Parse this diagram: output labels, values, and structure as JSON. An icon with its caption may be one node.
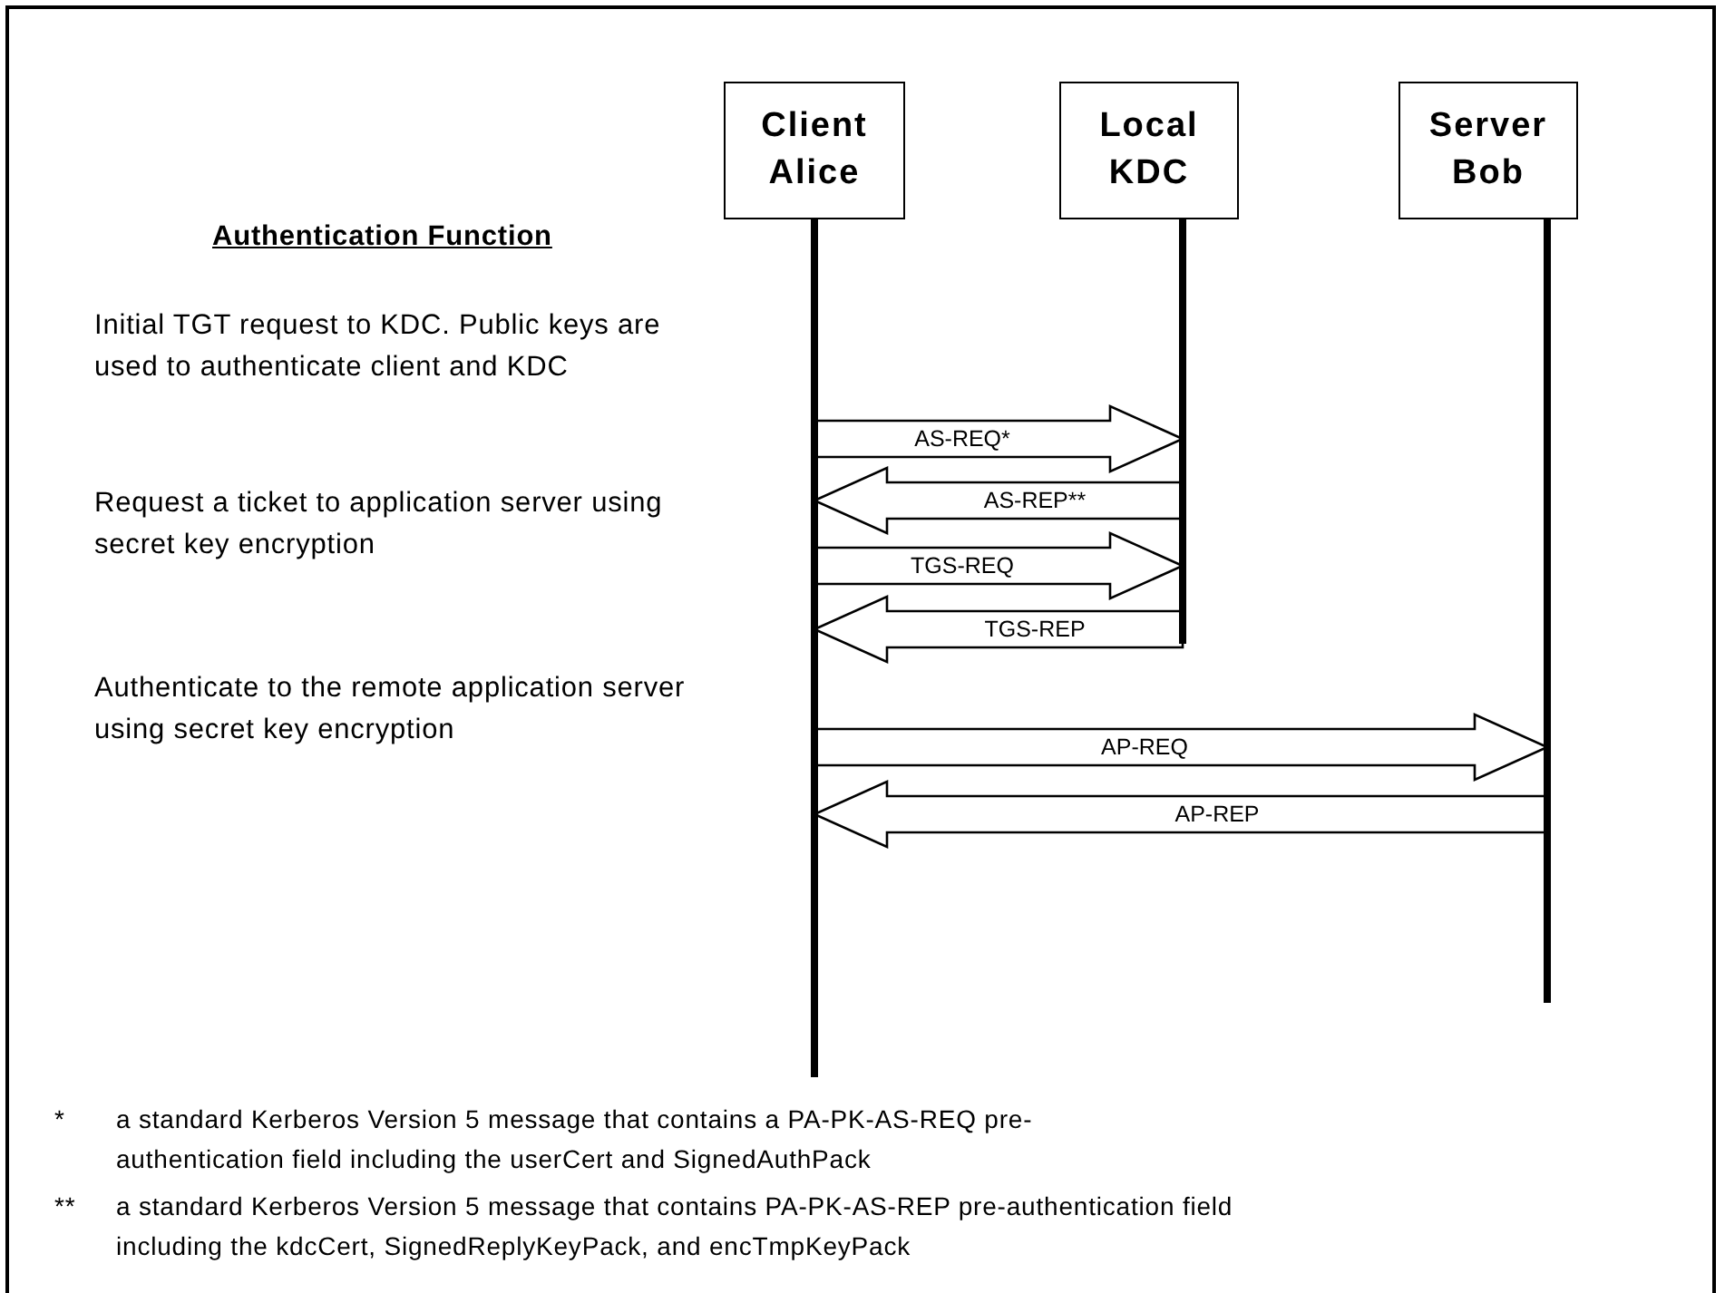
{
  "diagram": {
    "nodes": [
      {
        "text": [
          "Client Alice"
        ]
      },
      {
        "text": [
          "Local KDC"
        ]
      },
      {
        "text": [
          "Server Bob"
        ]
      }
    ],
    "edges": [
      {
        "from": 0,
        "to": 1,
        "arrow": "to",
        "label": "AS-REQ*"
      },
      {
        "from": 1,
        "to": 0,
        "arrow": "to",
        "label": "AS-REP**"
      },
      {
        "from": 0,
        "to": 1,
        "arrow": "to",
        "label": "TGS-REQ"
      },
      {
        "from": 1,
        "to": 0,
        "arrow": "to",
        "label": "TGS-REP"
      },
      {
        "from": 0,
        "to": 2,
        "arrow": "to",
        "label": "AP-REQ"
      },
      {
        "from": 2,
        "to": 0,
        "arrow": "to",
        "label": "AP-REP"
      }
    ],
    "labels": [
      "Authentication Function",
      "Initial TGT request to KDC. Public keys are used to authenticate client and KDC",
      "Request a ticket to application server using secret key encryption",
      "Authenticate to the remote application server using secret key encryption",
      "*",
      "a standard Kerberos Version 5 message that contains a PA-PK-AS-REQ pre-authentication field including the userCert and SignedAuthPack",
      "**",
      "a standard Kerberos Version 5 message that contains PA-PK-AS-REP pre-authentication field including the kdcCert, SignedReplyKeyPack, and encTmpKeyPack"
    ]
  }
}
